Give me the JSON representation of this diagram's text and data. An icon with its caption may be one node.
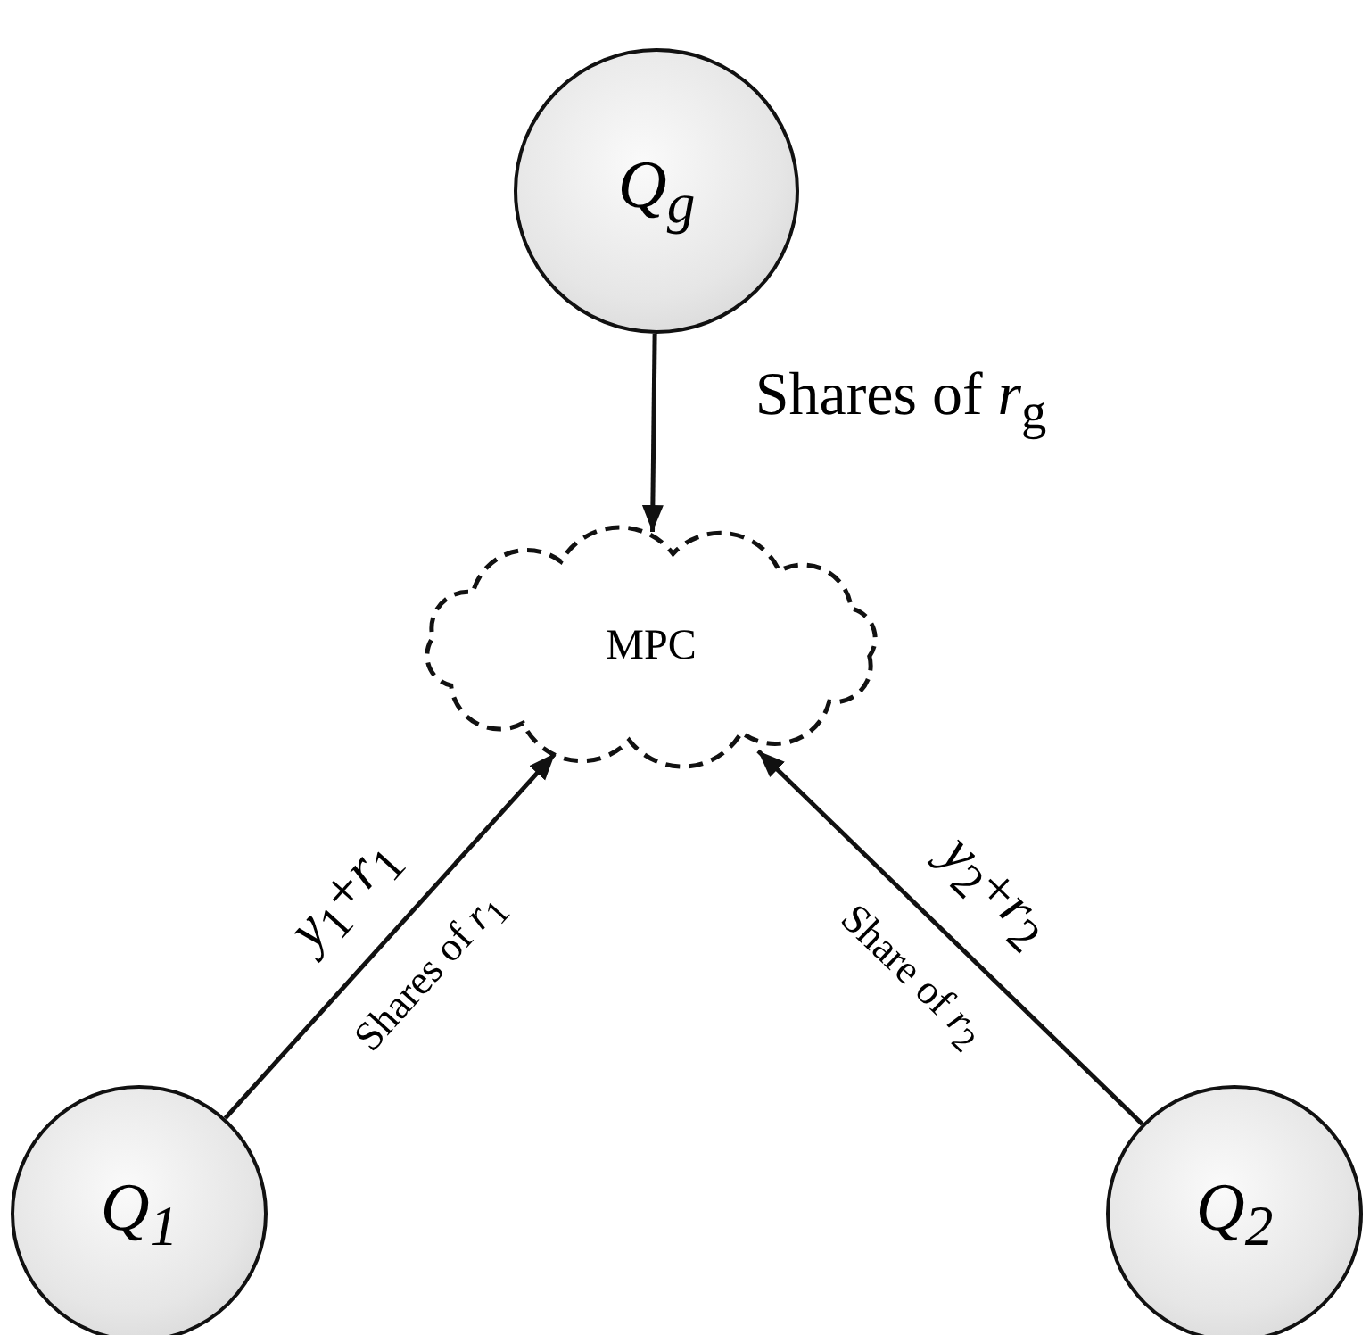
{
  "diagram": {
    "nodes": [
      {
        "text": [
          "Q$_{g}$"
        ]
      },
      {
        "text": [
          "MPC"
        ]
      },
      {
        "text": [
          "Q$_{1}$"
        ]
      },
      {
        "text": [
          "Q$_{2}$"
        ]
      }
    ],
    "edges": [
      {
        "from": 0,
        "to": 1,
        "arrow": "to",
        "label": "Shares of *r*$_{g}$"
      },
      {
        "from": 2,
        "to": 1,
        "arrow": "to",
        "label": "*y*$_{1}$+*r*$_{1}$"
      },
      {
        "from": 3,
        "to": 1,
        "arrow": "to",
        "label": "*y*$_{2}$+*r*$_{2}$"
      }
    ],
    "labels": [
      "Shares of *r*$_{1}$",
      "Share of *r*$_{2}$"
    ]
  }
}
